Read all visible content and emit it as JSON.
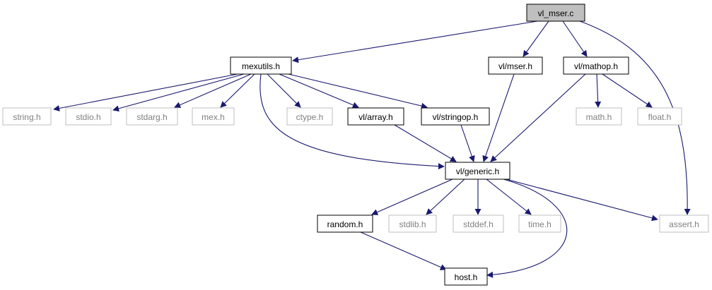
{
  "colors": {
    "edge": "#191970",
    "focus_fill": "#bfbfbf",
    "documented_stroke": "#000000",
    "external_stroke": "#bfbfbf",
    "external_text": "#808080",
    "documented_text": "#000000"
  },
  "nodes": [
    {
      "id": "vl_mser_c",
      "label": "vl_mser.c",
      "kind": "focus"
    },
    {
      "id": "mexutils_h",
      "label": "mexutils.h",
      "kind": "documented"
    },
    {
      "id": "vl_mser_h",
      "label": "vl/mser.h",
      "kind": "documented"
    },
    {
      "id": "vl_mathop_h",
      "label": "vl/mathop.h",
      "kind": "documented"
    },
    {
      "id": "string_h",
      "label": "string.h",
      "kind": "external"
    },
    {
      "id": "stdio_h",
      "label": "stdio.h",
      "kind": "external"
    },
    {
      "id": "stdarg_h",
      "label": "stdarg.h",
      "kind": "external"
    },
    {
      "id": "mex_h",
      "label": "mex.h",
      "kind": "external"
    },
    {
      "id": "ctype_h",
      "label": "ctype.h",
      "kind": "external"
    },
    {
      "id": "vl_array_h",
      "label": "vl/array.h",
      "kind": "documented"
    },
    {
      "id": "vl_stringop_h",
      "label": "vl/stringop.h",
      "kind": "documented"
    },
    {
      "id": "math_h",
      "label": "math.h",
      "kind": "external"
    },
    {
      "id": "float_h",
      "label": "float.h",
      "kind": "external"
    },
    {
      "id": "vl_generic_h",
      "label": "vl/generic.h",
      "kind": "documented"
    },
    {
      "id": "random_h",
      "label": "random.h",
      "kind": "documented"
    },
    {
      "id": "stdlib_h",
      "label": "stdlib.h",
      "kind": "external"
    },
    {
      "id": "stddef_h",
      "label": "stddef.h",
      "kind": "external"
    },
    {
      "id": "time_h",
      "label": "time.h",
      "kind": "external"
    },
    {
      "id": "assert_h",
      "label": "assert.h",
      "kind": "external"
    },
    {
      "id": "host_h",
      "label": "host.h",
      "kind": "documented"
    }
  ],
  "edges": [
    {
      "from": "vl_mser_c",
      "to": "mexutils_h"
    },
    {
      "from": "vl_mser_c",
      "to": "vl_mser_h"
    },
    {
      "from": "vl_mser_c",
      "to": "vl_mathop_h"
    },
    {
      "from": "vl_mser_c",
      "to": "assert_h"
    },
    {
      "from": "mexutils_h",
      "to": "string_h"
    },
    {
      "from": "mexutils_h",
      "to": "stdio_h"
    },
    {
      "from": "mexutils_h",
      "to": "stdarg_h"
    },
    {
      "from": "mexutils_h",
      "to": "mex_h"
    },
    {
      "from": "mexutils_h",
      "to": "ctype_h"
    },
    {
      "from": "mexutils_h",
      "to": "vl_array_h"
    },
    {
      "from": "mexutils_h",
      "to": "vl_stringop_h"
    },
    {
      "from": "mexutils_h",
      "to": "vl_generic_h"
    },
    {
      "from": "vl_mser_h",
      "to": "vl_generic_h"
    },
    {
      "from": "vl_mathop_h",
      "to": "math_h"
    },
    {
      "from": "vl_mathop_h",
      "to": "float_h"
    },
    {
      "from": "vl_mathop_h",
      "to": "vl_generic_h"
    },
    {
      "from": "vl_array_h",
      "to": "vl_generic_h"
    },
    {
      "from": "vl_stringop_h",
      "to": "vl_generic_h"
    },
    {
      "from": "vl_generic_h",
      "to": "random_h"
    },
    {
      "from": "vl_generic_h",
      "to": "stdlib_h"
    },
    {
      "from": "vl_generic_h",
      "to": "stddef_h"
    },
    {
      "from": "vl_generic_h",
      "to": "time_h"
    },
    {
      "from": "vl_generic_h",
      "to": "assert_h"
    },
    {
      "from": "vl_generic_h",
      "to": "host_h"
    },
    {
      "from": "random_h",
      "to": "host_h"
    }
  ]
}
